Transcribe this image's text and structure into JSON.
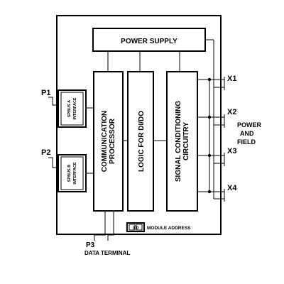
{
  "blocks": {
    "power_supply": "POWER SUPPLY",
    "comm_processor_line1": "COMMUNICATION",
    "comm_processor_line2": "PROCESSOR",
    "logic": "LOGIC FOR DI/DO",
    "signal_line1": "SIGNAL CONDITIONING",
    "signal_line2": "CIRCUITRY",
    "spbus_a_line1": "SPBUS A",
    "spbus_a_line2": "INTERFACE",
    "spbus_b_line1": "SPBUS B",
    "spbus_b_line2": "INTERFACE",
    "module_address": "MODULE ADDRESS",
    "module_address_digits": "0 0"
  },
  "ports": {
    "p1": "P1",
    "p2": "P2",
    "p3": "P3",
    "data_terminal": "DATA TERMINAL",
    "x1": "X1",
    "x2": "X2",
    "x3": "X3",
    "x4": "X4",
    "power_field_line1": "POWER",
    "power_field_line2": "AND",
    "power_field_line3": "FIELD"
  }
}
